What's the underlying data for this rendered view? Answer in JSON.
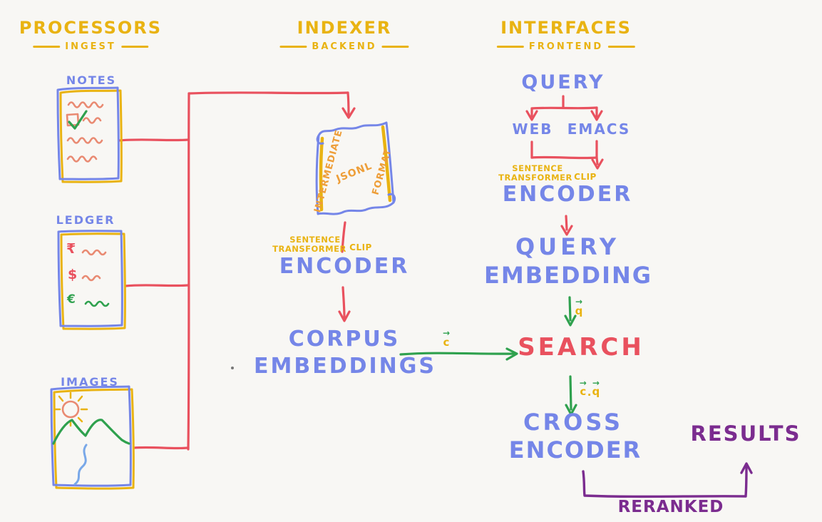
{
  "colors": {
    "bg": "#f8f7f4",
    "yellow": "#e9b312",
    "orange": "#ee9e38",
    "blue": "#7586e8",
    "red": "#e9515e",
    "salmon": "#e98a72",
    "green": "#2fa14e",
    "purple": "#7b2c8f",
    "river": "#79a8e8"
  },
  "headers": {
    "processors": {
      "title": "PROCESSORS",
      "subtitle": "INGEST"
    },
    "indexer": {
      "title": "INDEXER",
      "subtitle": "BACKEND"
    },
    "interfaces": {
      "title": "INTERFACES",
      "subtitle": "FRONTEND"
    }
  },
  "processors": {
    "notes": "NOTES",
    "ledger": "LEDGER",
    "images": "IMAGES",
    "currency": [
      "₹",
      "$",
      "€"
    ]
  },
  "indexer": {
    "scroll_left": "INTERMEDIATE",
    "scroll_center": "JSONL",
    "scroll_right": "FORMAT",
    "enc_note1": "SENTENCE",
    "enc_note2": "TRANSFORMER",
    "enc_note3": "CLIP",
    "encoder": "ENCODER",
    "corpus1": "CORPUS",
    "corpus2": "EMBEDDINGS"
  },
  "interfaces": {
    "query": "QUERY",
    "web": "WEB",
    "emacs": "EMACS",
    "enc_note1": "SENTENCE",
    "enc_note2": "TRANSFORMER",
    "enc_note3": "CLIP",
    "encoder": "ENCODER",
    "qe1": "QUERY",
    "qe2": "EMBEDDING",
    "search": "SEARCH",
    "ce1": "CROSS",
    "ce2": "ENCODER",
    "results": "RESULTS",
    "reranked": "RERANKED"
  },
  "vector_labels": {
    "arrow": "→",
    "c": "c",
    "q": "q",
    "dot": "."
  }
}
